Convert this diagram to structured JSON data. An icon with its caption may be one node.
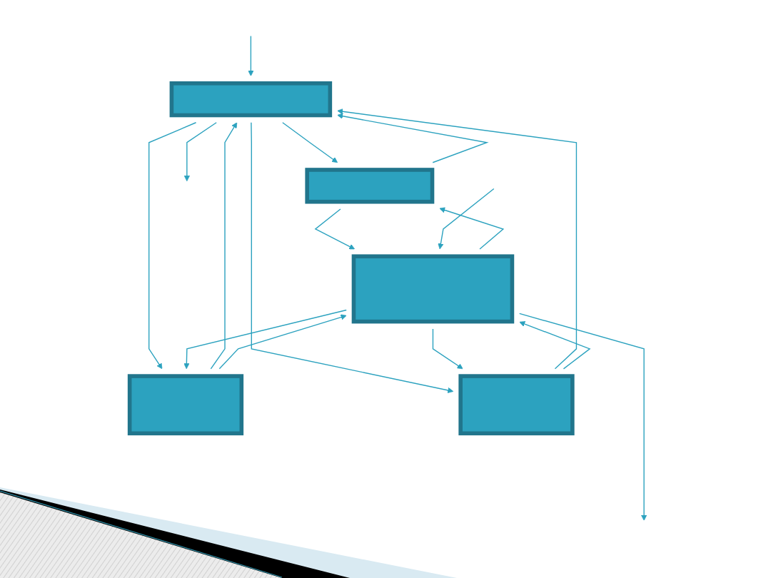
{
  "diagram": {
    "nodes": [
      {
        "text": [],
        "shape": "box"
      },
      {
        "text": [],
        "shape": "box"
      },
      {
        "text": [],
        "shape": "box"
      },
      {
        "text": [],
        "shape": "box"
      },
      {
        "text": [],
        "shape": "box"
      }
    ],
    "edges": [
      {
        "from": 0,
        "to": 2,
        "arrow": "to"
      },
      {
        "from": 2,
        "to": 0,
        "arrow": "to"
      },
      {
        "from": 0,
        "to": 1,
        "arrow": "to"
      },
      {
        "from": 1,
        "to": 0,
        "arrow": "to"
      },
      {
        "from": 0,
        "to": 3,
        "arrow": "to"
      },
      {
        "from": 3,
        "to": 0,
        "arrow": "to"
      },
      {
        "from": 2,
        "to": 4,
        "arrow": "to"
      },
      {
        "from": 4,
        "to": 2,
        "arrow": "to"
      },
      {
        "from": 1,
        "to": 4,
        "arrow": "to"
      },
      {
        "from": 4,
        "to": 1,
        "arrow": "to"
      },
      {
        "from": 4,
        "to": 3,
        "arrow": "to"
      },
      {
        "from": 3,
        "to": 4,
        "arrow": "to"
      },
      {
        "from": 4,
        "to": null,
        "arrow": "to"
      },
      {
        "from": null,
        "to": 0,
        "arrow": "to"
      },
      {
        "from": 0,
        "to": null,
        "arrow": "to"
      },
      {
        "from": null,
        "to": 4,
        "arrow": "to"
      }
    ]
  }
}
